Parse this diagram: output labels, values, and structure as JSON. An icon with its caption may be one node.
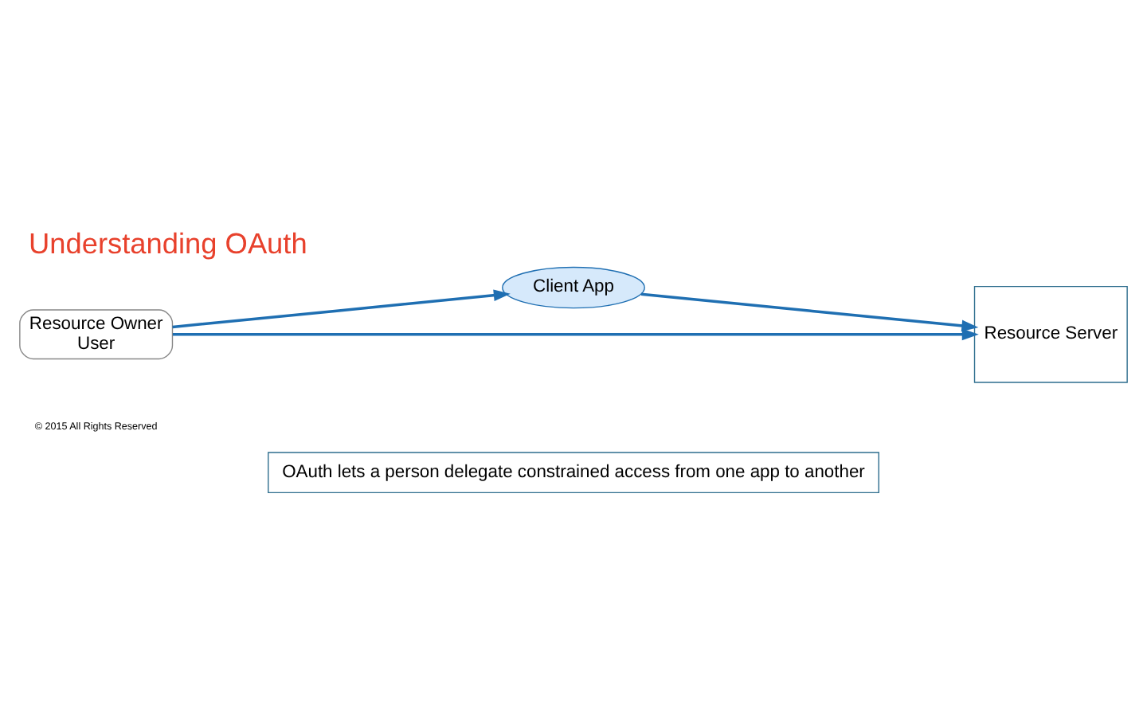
{
  "diagram": {
    "title": "Understanding OAuth",
    "nodes": [
      {
        "text": [
          "OAuth lets a person delegate constrained access from one app to another"
        ]
      },
      {
        "text": [
          "Resource Owner",
          "User"
        ]
      },
      {
        "text": [
          "Client App"
        ]
      },
      {
        "text": [
          "Resource Server"
        ]
      }
    ],
    "edges": [
      {
        "from": 1,
        "to": 2,
        "arrow": "to"
      },
      {
        "from": 2,
        "to": 3,
        "arrow": "to"
      },
      {
        "from": 1,
        "to": 3,
        "arrow": "to"
      }
    ],
    "labels": [
      "© 2015 All Rights Reserved"
    ]
  }
}
